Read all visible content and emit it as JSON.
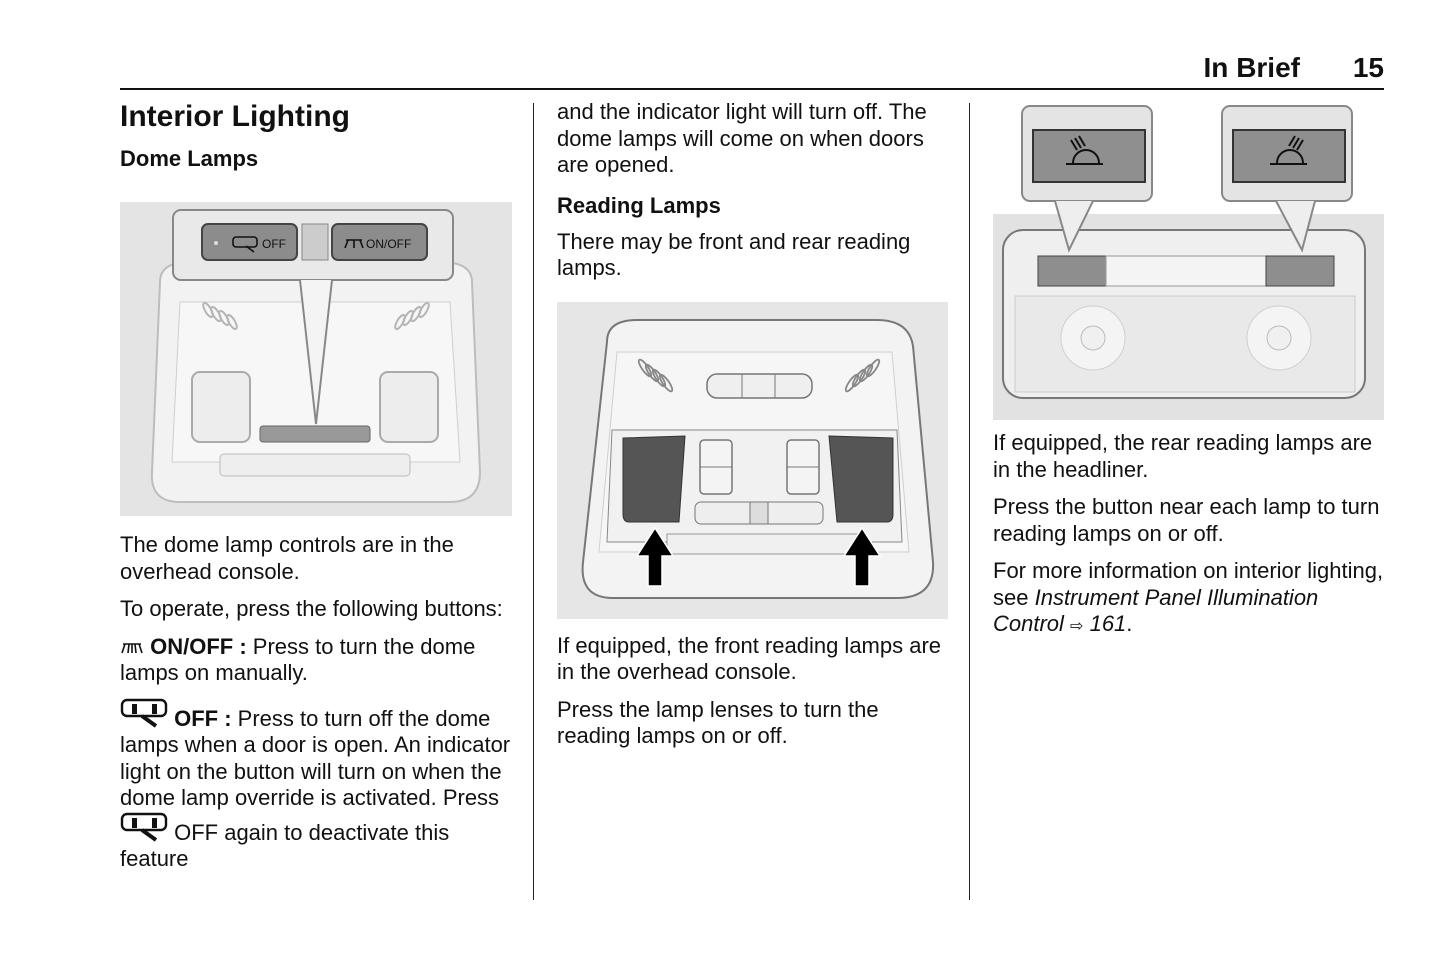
{
  "header": {
    "section": "In Brief",
    "page_number": "15"
  },
  "column1": {
    "title": "Interior Lighting",
    "subtitle": "Dome Lamps",
    "figure": {
      "button_off_label": "OFF",
      "button_on_off_label": "ON/OFF"
    },
    "paragraphs": [
      "The dome lamp controls are in the overhead console.",
      "To operate, press the following buttons:"
    ],
    "items": [
      {
        "icon": "dome-lamp-icon",
        "term": "ON/OFF :",
        "text": " Press to turn the dome lamps on manually."
      },
      {
        "icon": "door-override-icon",
        "term": "OFF :",
        "text": " Press to turn off the dome lamps when a door is open. An indicator light on the button will turn on when the dome lamp override is activated. Press ",
        "tail": " OFF again to deactivate this feature"
      }
    ]
  },
  "column2": {
    "continuation": "and the indicator light will turn off. The dome lamps will come on when doors are opened.",
    "subtitle": "Reading Lamps",
    "intro": "There may be front and rear reading lamps.",
    "paragraphs": [
      "If equipped, the front reading lamps are in the overhead console.",
      "Press the lamp lenses to turn the reading lamps on or off."
    ]
  },
  "column3": {
    "paragraphs": [
      "If equipped, the rear reading lamps are in the headliner.",
      "Press the button near each lamp to turn reading lamps on or off."
    ],
    "reference": {
      "prefix": "For more information on interior lighting, see ",
      "link_text": "Instrument Panel Illumination Control",
      "arrow": "⇨",
      "page": "161",
      "suffix": "."
    }
  }
}
